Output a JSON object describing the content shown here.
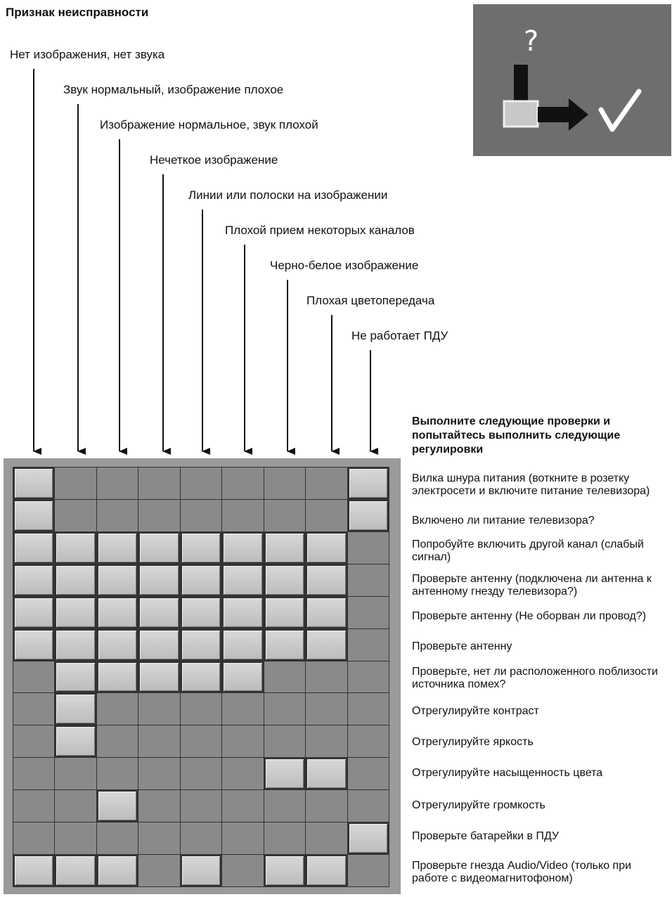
{
  "title": "Признак неисправности",
  "symptoms": [
    "Нет изображения, нет звука",
    "Звук нормальный, изображение плохое",
    "Изображение нормальное, звук плохой",
    "Нечеткое изображение",
    "Линии или полоски на изображении",
    "Плохой прием некоторых каналов",
    "Черно-белое изображение",
    "Плохая цветопередача",
    "Не работает ПДУ"
  ],
  "help_box": {
    "question_mark": "?",
    "check_mark": "✓"
  },
  "checks_header": "Выполните следующие проверки и попытайтесь выполнить следующие регулировки",
  "checks": [
    "Вилка шнура питания (воткните в розетку электросети и включите питание телевизора)",
    "Включено ли питание телевизора?",
    "Попробуйте включить другой канал (слабый сигнал)",
    "Проверьте антенну (подключена ли антенна к антенному гнезду телевизора?)",
    "Проверьте антенну (Не оборван ли провод?)",
    "Проверьте антенну",
    "Проверьте, нет ли расположенного поблизости источника помех?",
    "Отрегулируйте контраст",
    "Отрегулируйте яркость",
    "Отрегулируйте насыщенность цвета",
    "Отрегулируйте громкость",
    "Проверьте батарейки в ПДУ",
    "Проверьте гнезда Audio/Video (только при работе с видеомагнитофоном)"
  ],
  "matrix": [
    [
      1,
      0,
      0,
      0,
      0,
      0,
      0,
      0,
      1
    ],
    [
      1,
      0,
      0,
      0,
      0,
      0,
      0,
      0,
      1
    ],
    [
      1,
      1,
      1,
      1,
      1,
      1,
      1,
      1,
      0
    ],
    [
      1,
      1,
      1,
      1,
      1,
      1,
      1,
      1,
      0
    ],
    [
      1,
      1,
      1,
      1,
      1,
      1,
      1,
      1,
      0
    ],
    [
      1,
      1,
      1,
      1,
      1,
      1,
      1,
      1,
      0
    ],
    [
      0,
      1,
      1,
      1,
      1,
      1,
      0,
      0,
      0
    ],
    [
      0,
      1,
      0,
      0,
      0,
      0,
      0,
      0,
      0
    ],
    [
      0,
      1,
      0,
      0,
      0,
      0,
      0,
      0,
      0
    ],
    [
      0,
      0,
      0,
      0,
      0,
      0,
      1,
      1,
      0
    ],
    [
      0,
      0,
      1,
      0,
      0,
      0,
      0,
      0,
      0
    ],
    [
      0,
      0,
      0,
      0,
      0,
      0,
      0,
      0,
      1
    ],
    [
      1,
      1,
      1,
      0,
      1,
      0,
      1,
      1,
      0
    ]
  ]
}
